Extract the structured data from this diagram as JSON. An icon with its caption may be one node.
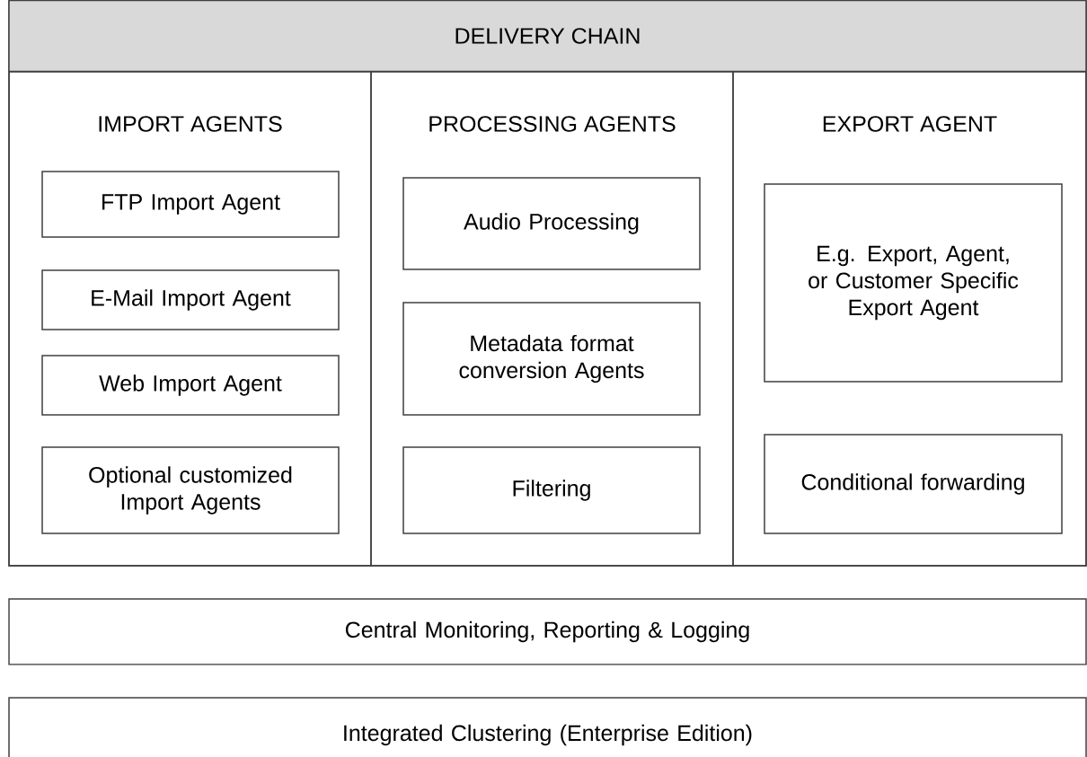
{
  "diagram": {
    "nodes": [
      {
        "text": [
          "DELIVERY CHAIN"
        ]
      },
      {
        "text": [
          "IMPORT AGENTS"
        ],
        "in": 0
      },
      {
        "text": [
          "FTP Import Agent"
        ],
        "in": 1
      },
      {
        "text": [
          "E-Mail Import Agent"
        ],
        "in": 1
      },
      {
        "text": [
          "Web Import Agent"
        ],
        "in": 1
      },
      {
        "text": [
          "Optional customized Import Agents"
        ],
        "in": 1
      },
      {
        "text": [
          "PROCESSING AGENTS"
        ],
        "in": 0
      },
      {
        "text": [
          "Audio Processing"
        ],
        "in": 6
      },
      {
        "text": [
          "Metadata format conversion Agents"
        ],
        "in": 6
      },
      {
        "text": [
          "Filtering"
        ],
        "in": 6
      },
      {
        "text": [
          "EXPORT AGENT"
        ],
        "in": 0
      },
      {
        "text": [
          "E.g. Export, Agent, or Customer Specific Export Agent"
        ],
        "in": 10
      },
      {
        "text": [
          "Conditional forwarding"
        ],
        "in": 10
      },
      {
        "text": [
          "Central Monitoring, Reporting & Logging"
        ]
      },
      {
        "text": [
          "Integrated Clustering (Enterprise Edition)"
        ]
      }
    ]
  }
}
